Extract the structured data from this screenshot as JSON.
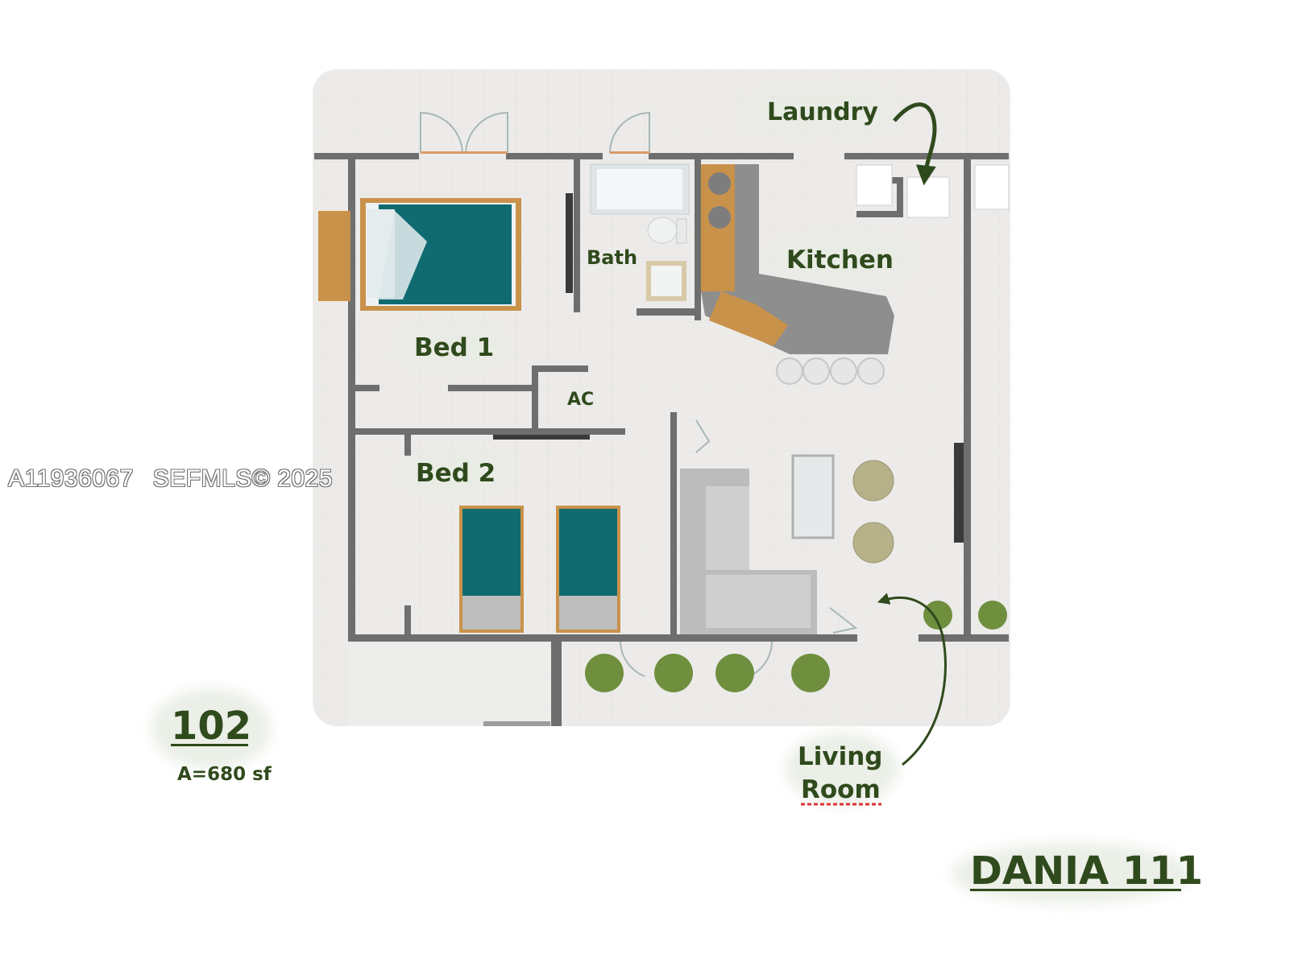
{
  "rooms": {
    "laundry": "Laundry",
    "bath": "Bath",
    "kitchen": "Kitchen",
    "bed1": "Bed 1",
    "ac": "AC",
    "bed2": "Bed 2",
    "living_line1": "Living",
    "living_line2": "Room"
  },
  "unit": {
    "number": "102",
    "area": "A=680 sf"
  },
  "building": "DANIA 111",
  "watermark": {
    "mls_id": "A11936067",
    "copyright": "SEFMLS© 2025"
  },
  "colors": {
    "label_green": "#2f4a1c",
    "bed_teal": "#0f6b70",
    "wood": "#c9924a",
    "wall": "#6e6e6e",
    "floor": "#ebebea"
  },
  "icons": [
    "bed-icon",
    "sofa-icon",
    "toilet-icon",
    "shower-icon",
    "plant-icon",
    "arrow-icon",
    "door-icon",
    "stool-icon",
    "tv-icon"
  ]
}
